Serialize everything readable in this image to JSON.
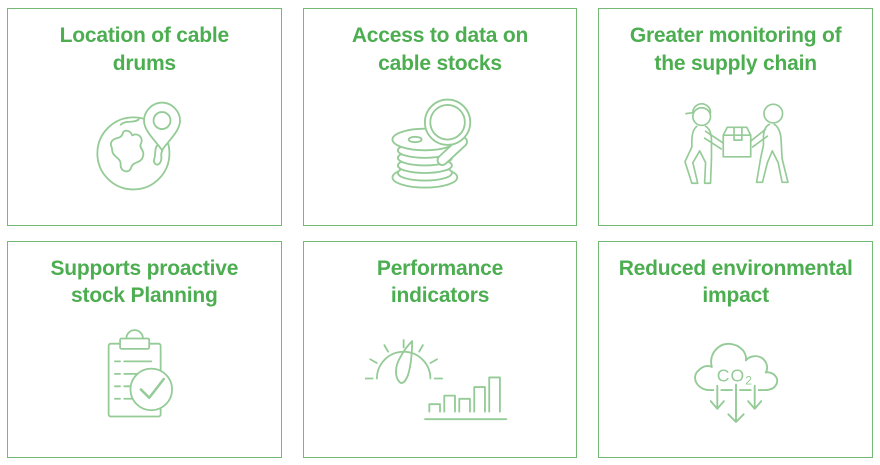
{
  "colors": {
    "title_text": "#4CAE50",
    "card_border": "#74B974",
    "icon_stroke": "#94CB96",
    "background": "#FFFFFF"
  },
  "cards": [
    {
      "title": "Location of cable\ndrums",
      "icon": "globe-location-pin-icon"
    },
    {
      "title": "Access to data on\ncable stocks",
      "icon": "cable-drum-magnifier-icon"
    },
    {
      "title": "Greater monitoring of\nthe supply chain",
      "icon": "workers-carrying-box-icon"
    },
    {
      "title": "Supports proactive\nstock Planning",
      "icon": "clipboard-checklist-icon"
    },
    {
      "title": "Performance\nindicators",
      "icon": "gauge-bar-chart-icon"
    },
    {
      "title": "Reduced environmental\nimpact",
      "icon": "co2-cloud-arrows-icon",
      "icon_label": "CO",
      "icon_label_sub": "2"
    }
  ]
}
